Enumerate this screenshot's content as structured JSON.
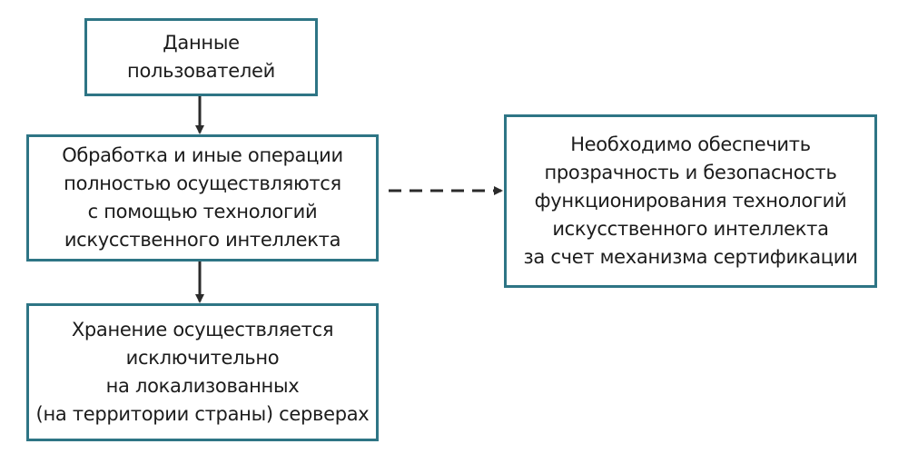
{
  "diagram": {
    "nodes": {
      "users": {
        "lines": [
          "Данные",
          "пользователей"
        ]
      },
      "processing": {
        "lines": [
          "Обработка и иные операции",
          "полностью осуществляются",
          "с помощью технологий",
          "искусственного интеллекта"
        ]
      },
      "storage": {
        "lines": [
          "Хранение осуществляется",
          "исключительно",
          "на локализованных",
          "(на территории страны) серверах"
        ]
      },
      "certification": {
        "lines": [
          "Необходимо обеспечить",
          "прозрачность и безопасность",
          "функционирования технологий",
          "искусственного интеллекта",
          "за счет механизма сертификации"
        ]
      }
    },
    "edges": [
      {
        "from": "users",
        "to": "processing",
        "style": "solid"
      },
      {
        "from": "processing",
        "to": "storage",
        "style": "solid"
      },
      {
        "from": "processing",
        "to": "certification",
        "style": "dashed"
      }
    ],
    "colors": {
      "box_border": "#2e7585",
      "arrow": "#2b2b2b",
      "text": "#1c1c1c",
      "background": "#ffffff"
    }
  }
}
